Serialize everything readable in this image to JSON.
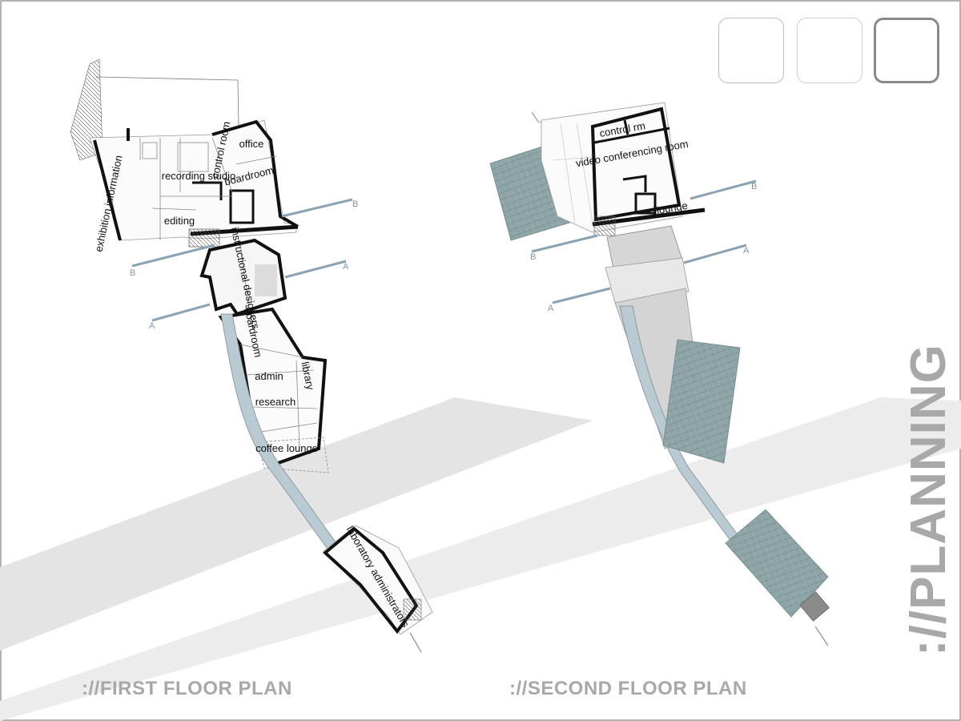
{
  "section_title": "://PLANNING",
  "first_floor": {
    "title": "://FIRST FLOOR PLAN",
    "rooms": {
      "exhibition_information": "exhibition information",
      "recording_studio": "recording studio",
      "control_room": "control room",
      "office": "office",
      "boardroom": "boardroom",
      "editing": "editing",
      "instructional_designers": "instructional designers",
      "boardroom_2": "boardroom",
      "admin": "admin",
      "library": "library",
      "research": "research",
      "coffee_lounge": "coffee lounge",
      "laboratory_administrators": "laboratory administrators"
    },
    "section_markers": [
      "A",
      "A",
      "B",
      "B"
    ]
  },
  "second_floor": {
    "title": "://SECOND FLOOR PLAN",
    "rooms": {
      "control_rm": "control rm",
      "video_conferencing_room": "video conferencing room",
      "lounge": "lounge"
    },
    "section_markers": [
      "A",
      "A",
      "B",
      "B"
    ]
  },
  "nav_tiles": 3,
  "colors": {
    "title_gray": "#a8a8a8",
    "wall": "#111111",
    "glazing_blue": "#b9cad3",
    "section_line": "#8aa3b3",
    "roof": "#8ea5a8",
    "landscape_band": "#e6e6e6"
  }
}
